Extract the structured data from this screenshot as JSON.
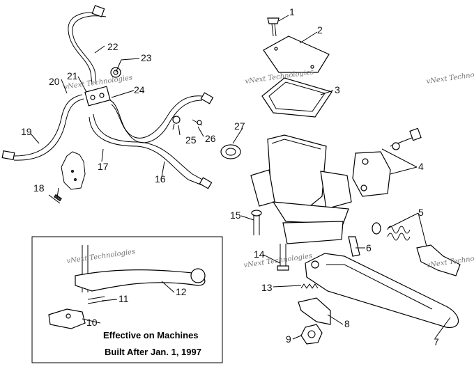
{
  "diagram": {
    "callouts": [
      "1",
      "2",
      "3",
      "4",
      "5",
      "6",
      "7",
      "8",
      "9",
      "10",
      "11",
      "12",
      "13",
      "14",
      "15",
      "16",
      "17",
      "18",
      "19",
      "20",
      "21",
      "22",
      "23",
      "24",
      "25",
      "26",
      "27"
    ],
    "watermark": "vNext Technologies",
    "inset_note": {
      "line1": "Effective on Machines",
      "line2": "Built After Jan. 1, 1997"
    }
  }
}
